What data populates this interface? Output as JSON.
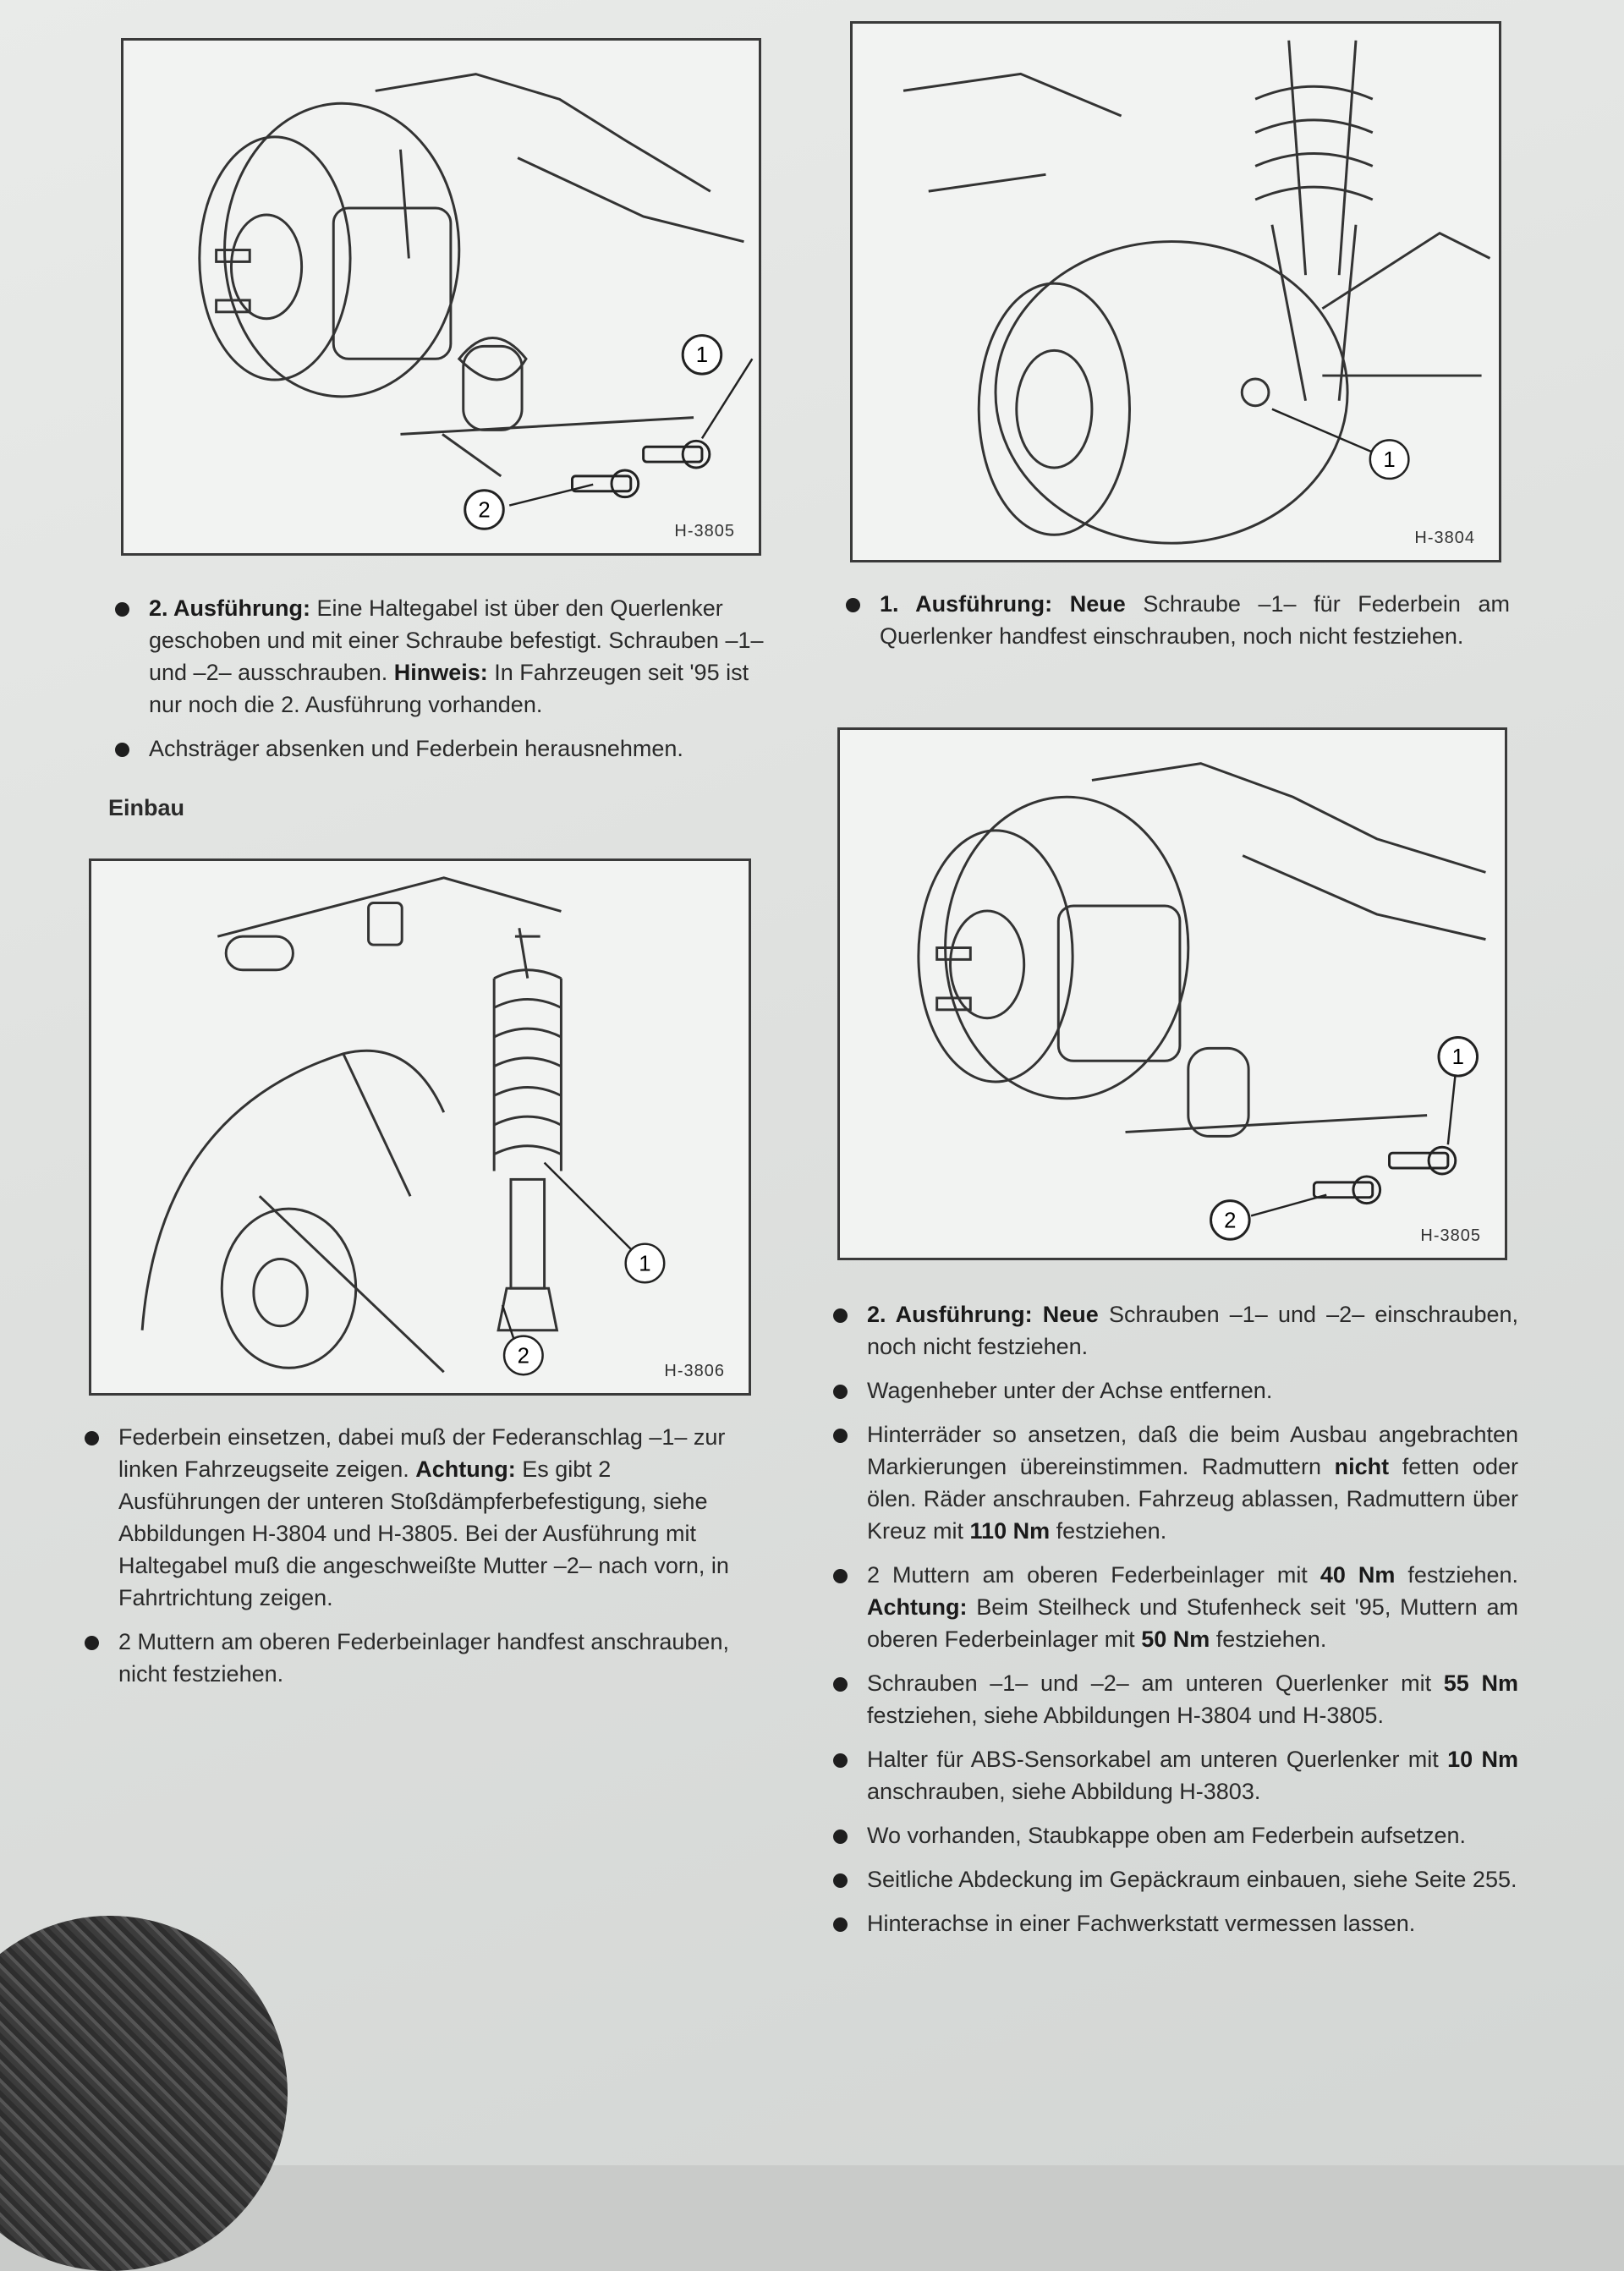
{
  "figures": {
    "fig_a": {
      "code": "H-3805",
      "callouts": [
        "1",
        "2"
      ]
    },
    "fig_b": {
      "code": "H-3804",
      "callouts": [
        "1"
      ]
    },
    "fig_c": {
      "code": "H-3806",
      "callouts": [
        "1",
        "2"
      ]
    },
    "fig_d": {
      "code": "H-3805",
      "callouts": [
        "1",
        "2"
      ]
    }
  },
  "left": {
    "bullets_top": [
      {
        "parts": [
          {
            "b": true,
            "t": "2. Ausführung:"
          },
          {
            "t": " Eine Haltegabel ist über den Querlenker geschoben und mit einer Schraube befestigt. Schrauben –1– und –2– ausschrauben. "
          },
          {
            "b": true,
            "t": "Hinweis:"
          },
          {
            "t": " In Fahrzeugen seit '95 ist nur noch die 2. Ausführung vorhanden."
          }
        ]
      },
      {
        "parts": [
          {
            "t": "Achsträger absenken und Federbein herausnehmen."
          }
        ]
      }
    ],
    "heading": "Einbau",
    "bullets_bottom": [
      {
        "parts": [
          {
            "t": "Federbein einsetzen, dabei muß der Federanschlag –1– zur linken Fahrzeugseite zeigen. "
          },
          {
            "b": true,
            "t": "Achtung:"
          },
          {
            "t": " Es gibt 2 Ausführungen der unteren Stoßdämpferbefestigung, siehe Abbildungen H-3804 und H-3805. Bei der Ausführung mit Haltegabel muß die angeschweißte Mutter –2– nach vorn, in Fahrtrichtung zeigen."
          }
        ]
      },
      {
        "parts": [
          {
            "t": "2 Muttern am oberen Federbeinlager handfest anschrauben, nicht festziehen."
          }
        ]
      }
    ]
  },
  "right": {
    "bullets_top": [
      {
        "parts": [
          {
            "b": true,
            "t": "1. Ausführung: Neue"
          },
          {
            "t": " Schraube –1– für Federbein am Querlenker handfest einschrauben, noch nicht festziehen."
          }
        ]
      }
    ],
    "bullets_bottom": [
      {
        "parts": [
          {
            "b": true,
            "t": "2. Ausführung: Neue"
          },
          {
            "t": " Schrauben –1– und –2– einschrauben, noch nicht festziehen."
          }
        ]
      },
      {
        "parts": [
          {
            "t": "Wagenheber unter der Achse entfernen."
          }
        ]
      },
      {
        "parts": [
          {
            "t": "Hinterräder so ansetzen, daß die beim Ausbau angebrachten Markierungen übereinstimmen. Radmuttern "
          },
          {
            "b": true,
            "t": "nicht"
          },
          {
            "t": " fetten oder ölen. Räder anschrauben. Fahrzeug ablassen, Radmuttern über Kreuz mit "
          },
          {
            "b": true,
            "t": "110 Nm"
          },
          {
            "t": " festziehen."
          }
        ]
      },
      {
        "parts": [
          {
            "t": "2 Muttern am oberen Federbeinlager mit "
          },
          {
            "b": true,
            "t": "40 Nm"
          },
          {
            "t": " festziehen. "
          },
          {
            "b": true,
            "t": "Achtung:"
          },
          {
            "t": " Beim Steilheck und Stufenheck seit '95, Muttern am oberen Federbeinlager mit "
          },
          {
            "b": true,
            "t": "50 Nm"
          },
          {
            "t": " festziehen."
          }
        ]
      },
      {
        "parts": [
          {
            "t": "Schrauben –1– und –2– am unteren Querlenker mit "
          },
          {
            "b": true,
            "t": "55 Nm"
          },
          {
            "t": " festziehen, siehe Abbildungen H-3804 und H-3805."
          }
        ]
      },
      {
        "parts": [
          {
            "t": "Halter für ABS-Sensorkabel am unteren Querlenker mit "
          },
          {
            "b": true,
            "t": "10 Nm"
          },
          {
            "t": " anschrauben, siehe Abbildung H-3803."
          }
        ]
      },
      {
        "parts": [
          {
            "t": "Wo vorhanden, Staubkappe oben am Federbein aufsetzen."
          }
        ]
      },
      {
        "parts": [
          {
            "t": "Seitliche Abdeckung im Gepäckraum einbauen, siehe Seite 255."
          }
        ]
      },
      {
        "parts": [
          {
            "t": "Hinterachse in einer Fachwerkstatt vermessen lassen."
          }
        ]
      }
    ]
  }
}
